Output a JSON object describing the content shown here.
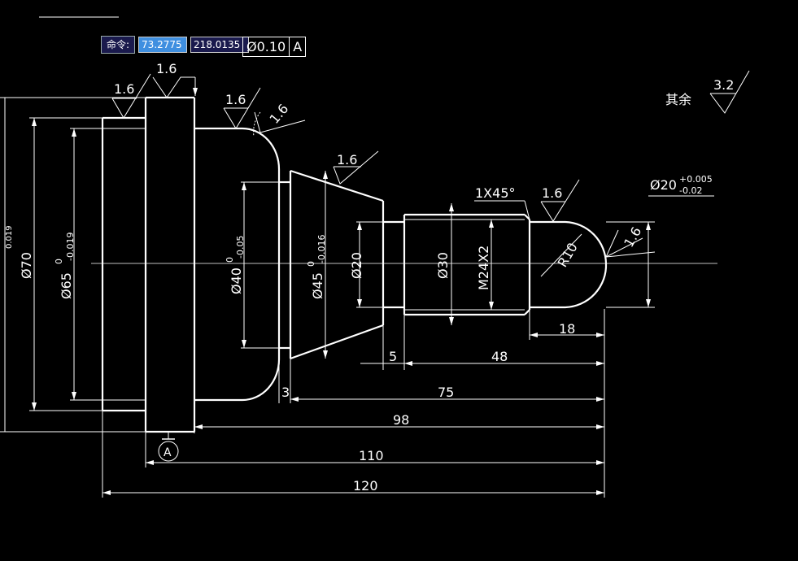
{
  "command_bar": {
    "label": "命令:",
    "x_value": "73.2775",
    "y_value": "218.0135"
  },
  "tolerance_frame": {
    "value": "Ø0.10",
    "datum": "A"
  },
  "roughness": {
    "general_label": "其余",
    "general_value": "3.2",
    "values": [
      "1.6",
      "1.6",
      "1.6",
      "1.6",
      "1.6",
      "1.6",
      "1.6"
    ]
  },
  "dimensions": {
    "dia70": "Ø70",
    "dia65": "Ø65",
    "dia65_upper": "0",
    "dia65_lower": "-0.019",
    "dia40": "Ø40",
    "dia40_upper": "0",
    "dia40_lower": "-0.05",
    "dia45": "Ø45",
    "dia45_upper": "0",
    "dia45_lower": "-0.016",
    "dia20_left": "Ø20",
    "dia30": "Ø30",
    "thread": "M24X2",
    "chamfer": "1X45°",
    "radius": "R10",
    "dia20_right": "Ø20",
    "dia20_upper": "+0.005",
    "dia20_lower": "-0.02",
    "len_3": "3",
    "len_5": "5",
    "len_18": "18",
    "len_48": "48",
    "len_75": "75",
    "len_98": "98",
    "len_110": "110",
    "len_120": "120",
    "partial_left": "0.019"
  },
  "datum_label": "A"
}
